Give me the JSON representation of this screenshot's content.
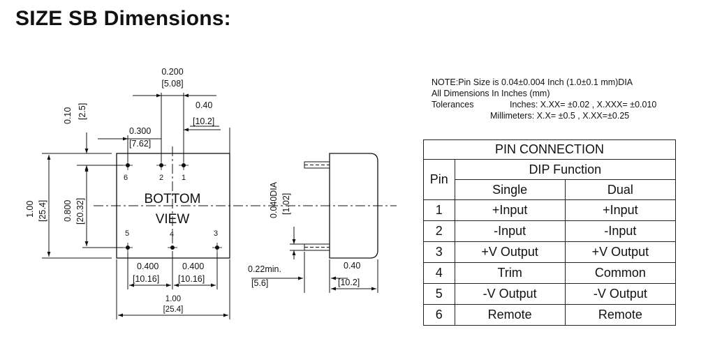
{
  "title": "SIZE SB Dimensions:",
  "drawing": {
    "dim_0200": "0.200",
    "dim_508": "[5.08]",
    "dim_040_top": "0.40",
    "dim_102_top": "[10.2]",
    "dim_010": "0.10",
    "dim_25": "[2.5]",
    "dim_0300": "0.300",
    "dim_762": "[7.62]",
    "dim_100_v": "1.00",
    "dim_254_v": "[25.4]",
    "dim_0800": "0.800",
    "dim_2032": "[20.32]",
    "bottom": "BOTTOM",
    "view": "VIEW",
    "pin1": "1",
    "pin2": "2",
    "pin3": "3",
    "pin4": "4",
    "pin5": "5",
    "pin6": "6",
    "dim_0400_a": "0.400",
    "dim_1016_a": "[10.16]",
    "dim_0400_b": "0.400",
    "dim_1016_b": "[10.16]",
    "dim_100_h": "1.00",
    "dim_254_h": "[25.4]",
    "dim_0040dia": "0.040DIA",
    "dim_102_side": "[1.02]",
    "dim_022min": "0.22min.",
    "dim_56": "[5.6]",
    "dim_040_side": "0.40",
    "dim_102_side2": "[10.2]"
  },
  "notes": {
    "line1": "NOTE:Pin Size is 0.04±0.004 Inch (1.0±0.1 mm)DIA",
    "line2": "All Dimensions In Inches (mm)",
    "tol_label": "Tolerances",
    "tol_inches": "Inches: X.XX= ±0.02 , X.XXX= ±0.010",
    "tol_mm": "Millimeters: X.X= ±0.5 , X.XX=±0.25"
  },
  "pin_table": {
    "title": "PIN CONNECTION",
    "pin_header": "Pin",
    "dip_header": "DIP Function",
    "single_header": "Single",
    "dual_header": "Dual",
    "rows": [
      {
        "pin": "1",
        "single": "+Input",
        "dual": "+Input"
      },
      {
        "pin": "2",
        "single": "-Input",
        "dual": "-Input"
      },
      {
        "pin": "3",
        "single": "+V Output",
        "dual": "+V Output"
      },
      {
        "pin": "4",
        "single": "Trim",
        "dual": "Common"
      },
      {
        "pin": "5",
        "single": "-V Output",
        "dual": "-V Output"
      },
      {
        "pin": "6",
        "single": "Remote",
        "dual": "Remote"
      }
    ]
  }
}
